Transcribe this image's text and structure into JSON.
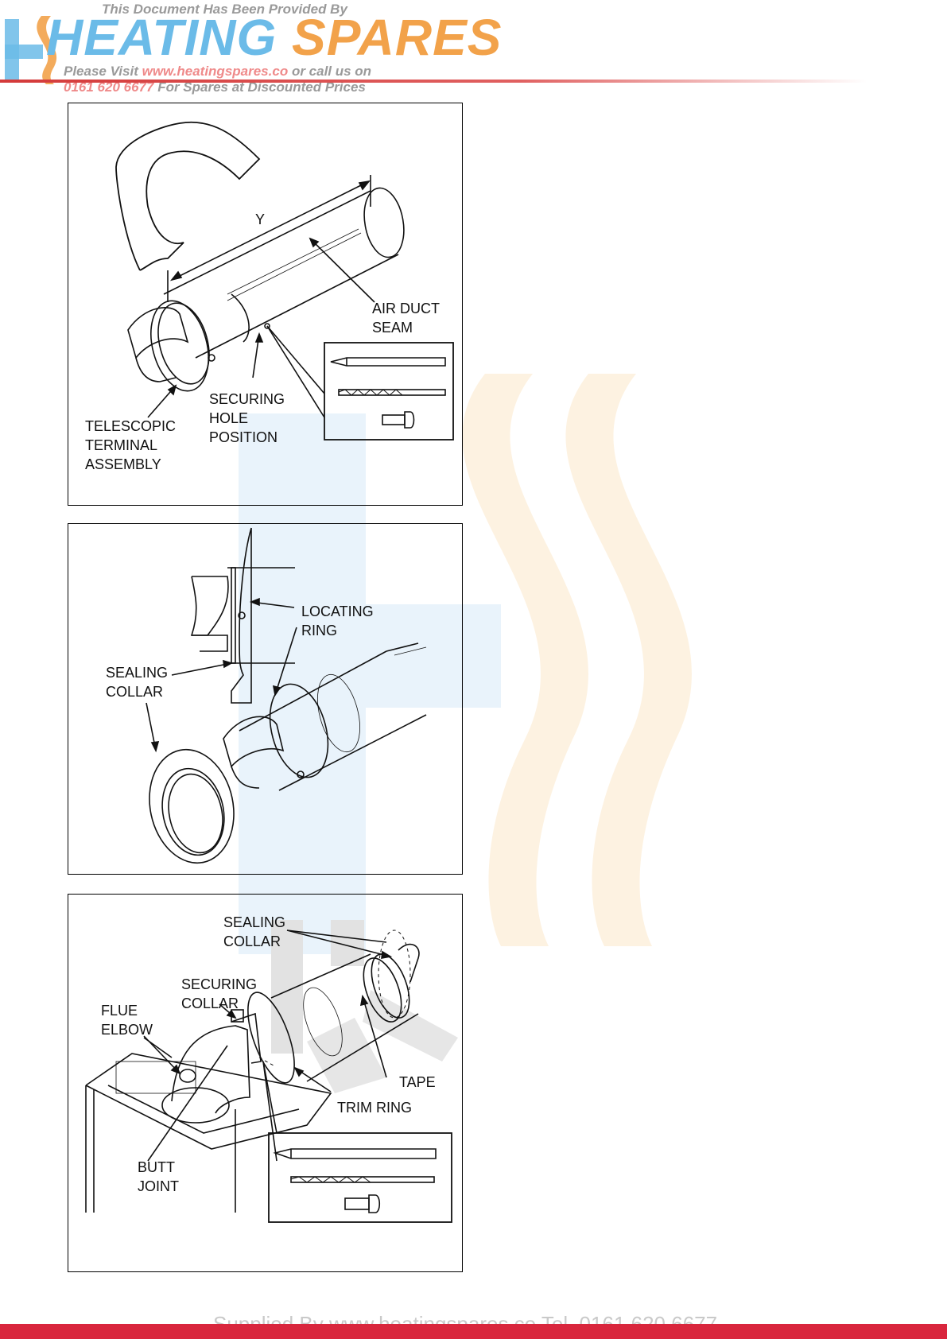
{
  "header": {
    "provided_by": "This Document Has Been Provided By",
    "brand_part1": "HEATING",
    "brand_part2": "SPARES",
    "visit_prefix": "Please Visit",
    "visit_url": "www.heatingspares.co",
    "visit_suffix": "or call us on",
    "phone": "0161 620 6677",
    "phone_suffix": "For Spares at Discounted Prices"
  },
  "figure1": {
    "dimension_label": "Y",
    "air_duct_seam": [
      "AIR DUCT",
      "SEAM"
    ],
    "securing_hole": [
      "SECURING",
      "HOLE",
      "POSITION"
    ],
    "telescopic": [
      "TELESCOPIC",
      "TERMINAL",
      "ASSEMBLY"
    ]
  },
  "figure2": {
    "locating_ring": [
      "LOCATING",
      "RING"
    ],
    "sealing_collar": [
      "SEALING",
      "COLLAR"
    ]
  },
  "figure3": {
    "sealing_collar": [
      "SEALING",
      "COLLAR"
    ],
    "securing_collar": [
      "SECURING",
      "COLLAR"
    ],
    "flue_elbow": [
      "FLUE",
      "ELBOW"
    ],
    "tape": "TAPE",
    "trim_ring": "TRIM RING",
    "butt_joint": [
      "BUTT",
      "JOINT"
    ]
  },
  "footer": {
    "text": "Supplied By www.heatingspares.co  Tel. 0161 620 6677"
  },
  "colors": {
    "footer_bar": "#d9263d",
    "brand_blue": "#6bbbe8",
    "brand_orange": "#f2a24a"
  }
}
